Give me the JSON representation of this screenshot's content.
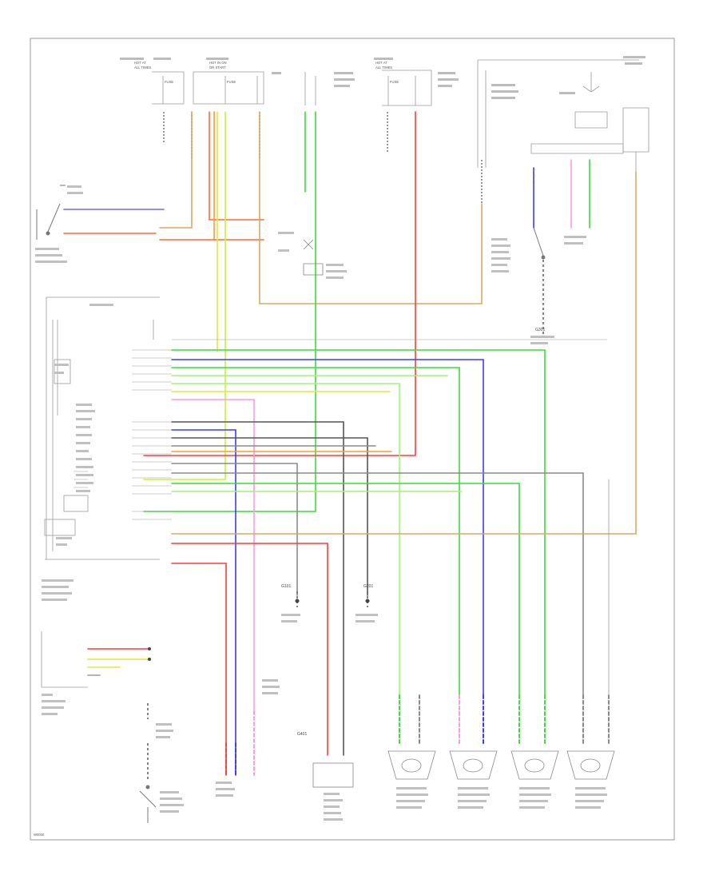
{
  "diagram": {
    "fuse_boxes": [
      {
        "label": [
          "HOT AT",
          "ALL TIMES"
        ],
        "fuse": "FUSE"
      },
      {
        "label": [
          "HOT IN ON",
          "OR START"
        ],
        "fuse": "FUSE"
      },
      {
        "label": [
          "HOT AT",
          "ALL TIMES"
        ],
        "fuse": "FUSE"
      }
    ],
    "connector_codes": [
      "G101",
      "G201",
      "G301",
      "G401"
    ],
    "figure_code": "W0000"
  },
  "wire_colors": {
    "red": "#ff3b3b",
    "pink": "#ff9ad5",
    "green": "#3bdc3b",
    "lightgreen": "#a6f07a",
    "yellow": "#e6e63b",
    "orange": "#ff9a2e",
    "tan": "#d8a868",
    "blue": "#3b3bff",
    "gray": "#8a8a8a",
    "black": "#333333"
  }
}
